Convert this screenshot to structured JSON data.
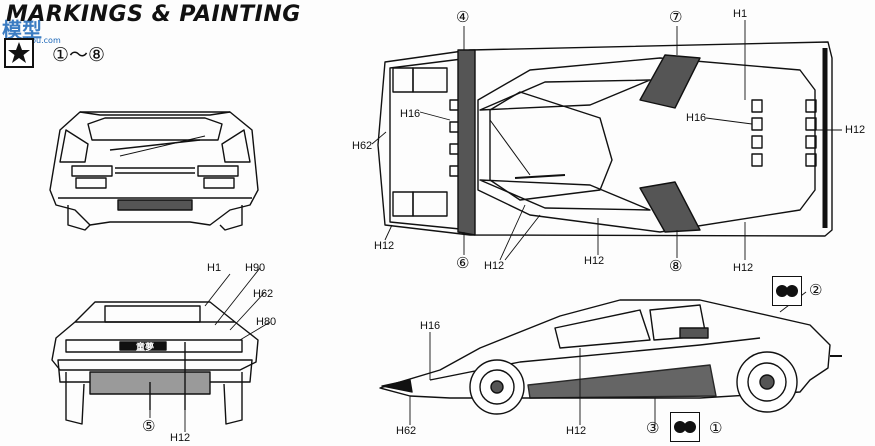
{
  "header": {
    "title": "MARKINGS & PAINTING",
    "marking_range": "①～⑧",
    "watermark": "模型",
    "watermark_url": "gao-shou.com"
  },
  "callouts": {
    "n1": "①",
    "n2": "②",
    "n3": "③",
    "n4": "④",
    "n5": "⑤",
    "n6": "⑥",
    "n7": "⑦",
    "n8": "⑧"
  },
  "paint_labels": {
    "h1": "H1",
    "h12": "H12",
    "h16": "H16",
    "h62": "H62",
    "h80": "H80",
    "h90": "H90"
  },
  "badge_text": "童夢",
  "icons": {
    "star": "star-icon",
    "decal": "circle-pair-decal-icon"
  },
  "colors": {
    "line": "#111111",
    "dark_paint": "#555555",
    "light_paint": "#9a9a9a",
    "watermark": "#1a66b8"
  }
}
